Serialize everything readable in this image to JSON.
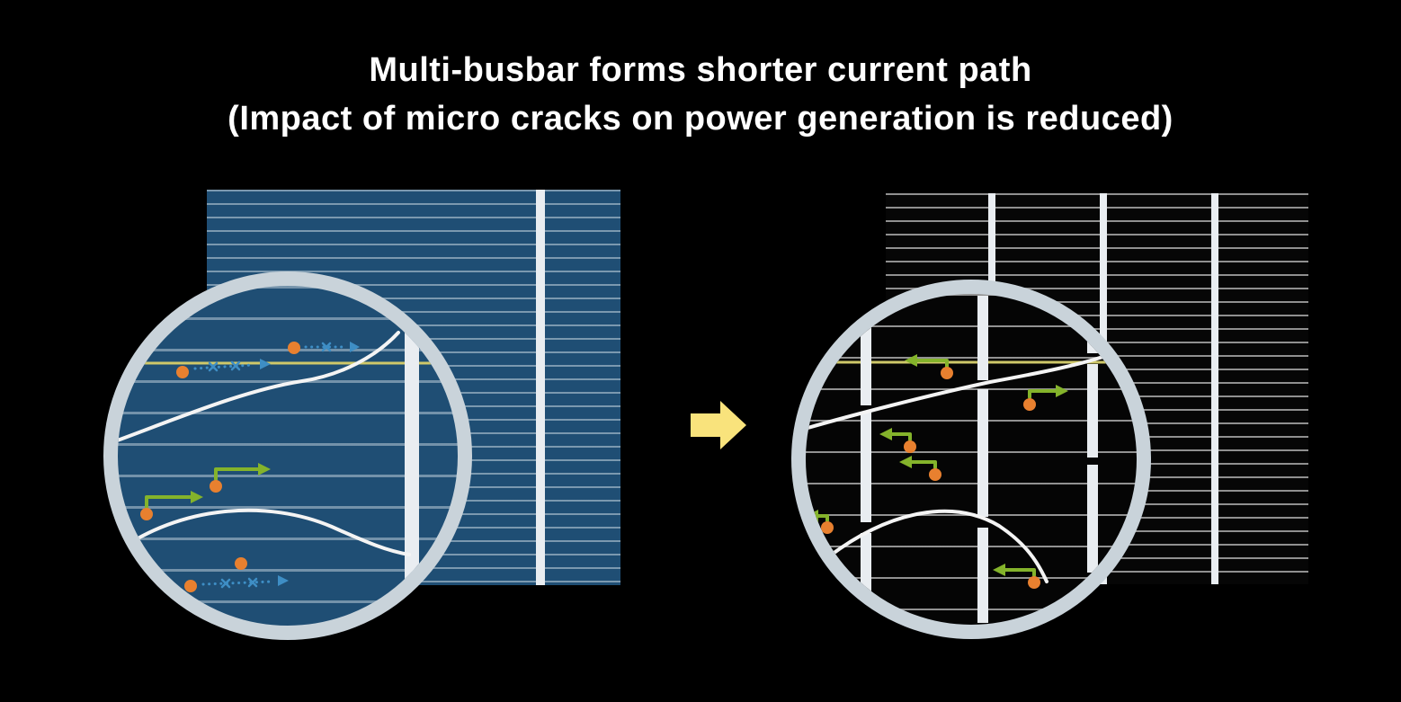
{
  "title": {
    "line1": "Multi-busbar forms shorter current path",
    "line2": "(Impact of micro cracks on power generation is reduced)"
  },
  "icons": {
    "transition_arrow": "right-block-arrow",
    "blocked_path": "x-mark",
    "electron": "orange-dot"
  },
  "colors": {
    "background": "#000000",
    "cell_blue": "#1f4e74",
    "cell_black": "#060606",
    "busbar_white": "#e9edf1",
    "magnifier_ring": "#c9d3da",
    "arrow_yellow": "#f9e37c",
    "electron_orange": "#e8802f",
    "short_path_green": "#84b32b",
    "long_path_blue": "#3e8ec5",
    "crack_white": "#f4f4f4",
    "interconnect_yellow": "#cfc869"
  }
}
